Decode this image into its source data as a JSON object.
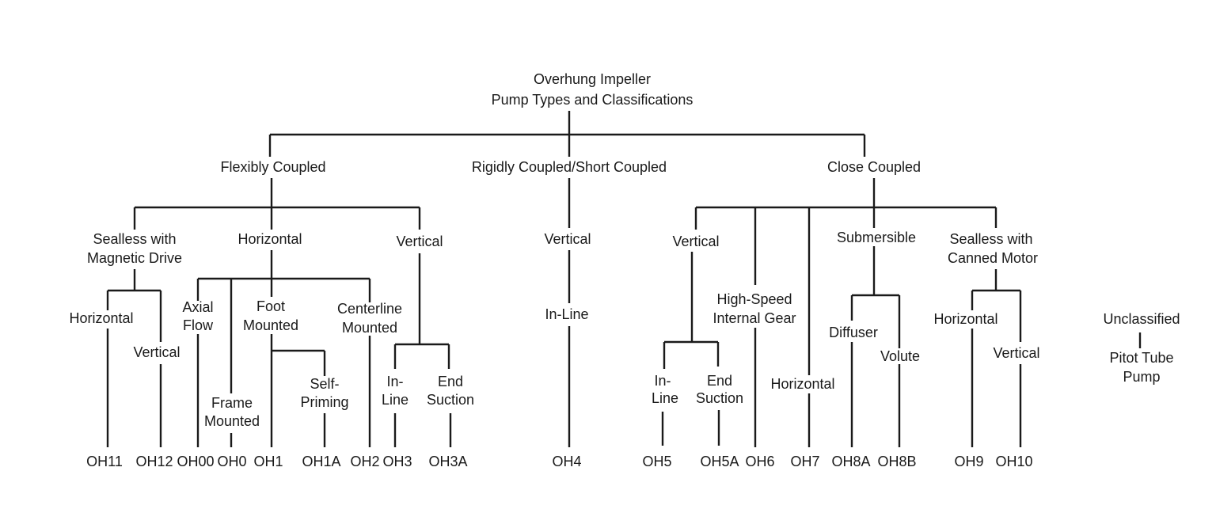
{
  "title": {
    "line1": "Overhung Impeller",
    "line2": "Pump Types and Classifications"
  },
  "level1": {
    "flexibly": "Flexibly Coupled",
    "rigidly": "Rigidly Coupled/Short Coupled",
    "close": "Close Coupled"
  },
  "flexibly": {
    "sealless": {
      "line1": "Sealless with",
      "line2": "Magnetic Drive",
      "horizontal": "Horizontal",
      "vertical": "Vertical"
    },
    "horizontal": {
      "label": "Horizontal",
      "axial": [
        "Axial",
        "Flow"
      ],
      "frame": [
        "Frame",
        "Mounted"
      ],
      "foot": [
        "Foot",
        "Mounted"
      ],
      "self_priming": [
        "Self-",
        "Priming"
      ],
      "centerline": [
        "Centerline",
        "Mounted"
      ]
    },
    "vertical": {
      "label": "Vertical",
      "inline": [
        "In-",
        "Line"
      ],
      "end_suction": [
        "End",
        "Suction"
      ]
    }
  },
  "rigidly": {
    "vertical": "Vertical",
    "inline": "In-Line"
  },
  "close": {
    "vertical": {
      "label": "Vertical",
      "inline": [
        "In-",
        "Line"
      ],
      "end_suction": [
        "End",
        "Suction"
      ]
    },
    "high_speed": [
      "High-Speed",
      "Internal Gear"
    ],
    "horizontal": "Horizontal",
    "submersible": {
      "label": "Submersible",
      "diffuser": "Diffuser",
      "volute": "Volute"
    },
    "sealless": {
      "line1": "Sealless with",
      "line2": "Canned Motor",
      "horizontal": "Horizontal",
      "vertical": "Vertical"
    }
  },
  "unclassified": {
    "label": "Unclassified",
    "pitot": [
      "Pitot Tube",
      "Pump"
    ]
  },
  "codes": [
    "OH11",
    "OH12",
    "OH00",
    "OH0",
    "OH1",
    "OH1A",
    "OH2",
    "OH3",
    "OH3A",
    "OH4",
    "OH5",
    "OH5A",
    "OH6",
    "OH7",
    "OH8A",
    "OH8B",
    "OH9",
    "OH10"
  ]
}
